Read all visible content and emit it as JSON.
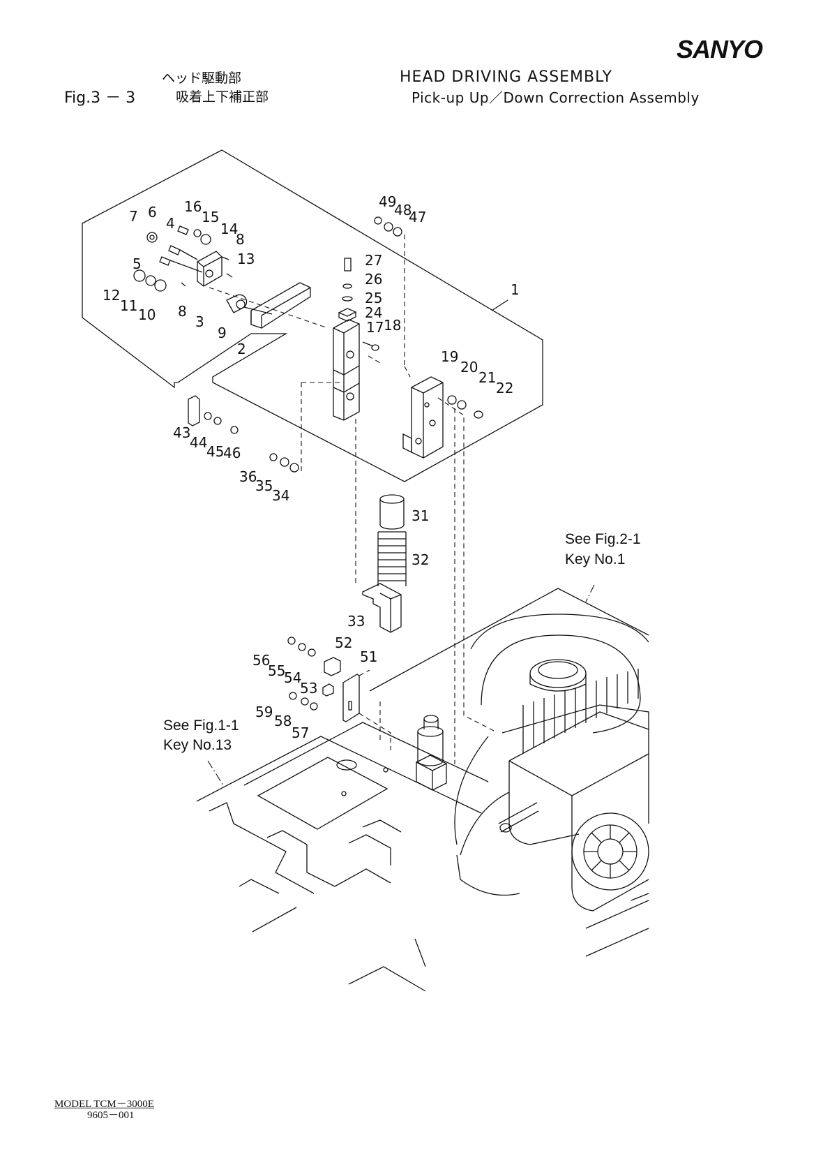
{
  "brand": "SANYO",
  "header": {
    "fig_label": "Fig.3 － 3",
    "title_jp_line1": "ヘッド駆動部",
    "title_jp_line2": "吸着上下補正部",
    "title_en": "HEAD DRIVING ASSEMBLY",
    "subtitle_en": "Pick-up Up／Down Correction Assembly"
  },
  "references": {
    "fig2": {
      "line1": "See Fig.2-1",
      "line2": "Key No.1"
    },
    "fig1": {
      "line1": "See Fig.1-1",
      "line2": "Key No.13"
    }
  },
  "callouts": [
    "1",
    "2",
    "3",
    "4",
    "5",
    "6",
    "7",
    "8",
    "8",
    "9",
    "10",
    "11",
    "12",
    "13",
    "14",
    "15",
    "16",
    "17",
    "18",
    "19",
    "20",
    "21",
    "22",
    "24",
    "25",
    "26",
    "27",
    "31",
    "32",
    "33",
    "34",
    "35",
    "36",
    "43",
    "44",
    "45",
    "46",
    "47",
    "48",
    "49",
    "51",
    "52",
    "53",
    "54",
    "55",
    "56",
    "57",
    "58",
    "59"
  ],
  "footer": {
    "model": "MODEL  TCM－3000E",
    "code": "9605－001"
  }
}
